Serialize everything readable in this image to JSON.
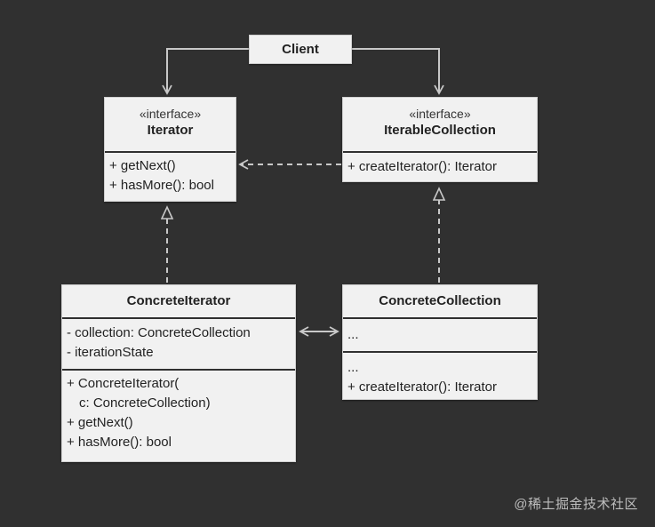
{
  "client": {
    "label": "Client"
  },
  "iterator": {
    "stereotype": "«interface»",
    "name": "Iterator",
    "methods": [
      "+ getNext()",
      "+ hasMore(): bool"
    ]
  },
  "iterable_collection": {
    "stereotype": "«interface»",
    "name": "IterableCollection",
    "methods": [
      "+ createIterator(): Iterator"
    ]
  },
  "concrete_iterator": {
    "name": "ConcreteIterator",
    "fields": [
      "- collection: ConcreteCollection",
      "- iterationState"
    ],
    "methods": [
      "+ ConcreteIterator(",
      "c: ConcreteCollection)",
      "+ getNext()",
      "+ hasMore(): bool"
    ]
  },
  "concrete_collection": {
    "name": "ConcreteCollection",
    "fields": [
      "..."
    ],
    "methods": [
      "...",
      "+ createIterator(): Iterator"
    ]
  },
  "watermark": "@稀土掘金技术社区"
}
